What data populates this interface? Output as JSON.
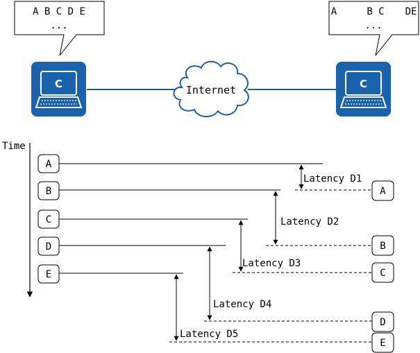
{
  "left_bubble": {
    "line1": "A B C D E",
    "line2": "..."
  },
  "right_bubble": {
    "line1_a": "A",
    "line1_bc": "B C",
    "line1_de": "DE",
    "line2": "..."
  },
  "left_computer": {
    "label": "C"
  },
  "right_computer": {
    "label": "C"
  },
  "cloud": {
    "label": "Internet"
  },
  "time_axis": {
    "label": "Time"
  },
  "send_packets": [
    "A",
    "B",
    "C",
    "D",
    "E"
  ],
  "recv_packets": [
    "A",
    "B",
    "C",
    "D",
    "E"
  ],
  "latencies": [
    "Latency D1",
    "Latency D2",
    "Latency D3",
    "Latency D4",
    "Latency D5"
  ],
  "colors": {
    "computer": "#1b62ad",
    "link": "#1f5fa8",
    "cloud": "#1f5fa8"
  }
}
